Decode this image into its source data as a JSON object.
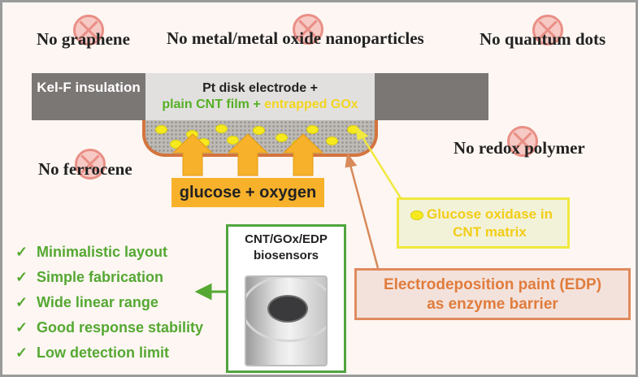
{
  "exclusions": [
    {
      "label": "No graphene"
    },
    {
      "label": "No metal/metal oxide nanoparticles"
    },
    {
      "label": "No quantum dots"
    },
    {
      "label": "No redox polymer"
    },
    {
      "label": "No ferrocene"
    }
  ],
  "electrode": {
    "insulation_label": "Kel-F insulation",
    "pt_line1": "Pt disk electrode +",
    "cnt_label": "plain CNT film +",
    "gox_label": "entrapped GOx"
  },
  "substrate": {
    "label": "glucose + oxygen"
  },
  "callouts": {
    "gox": "Glucose oxidase in CNT matrix",
    "edp": "Electrodeposition paint (EDP) as enzyme barrier"
  },
  "biosensor": {
    "title": "CNT/GOx/EDP biosensors"
  },
  "advantages": [
    "Minimalistic layout",
    "Simple fabrication",
    "Wide linear range",
    "Good response stability",
    "Low detection limit"
  ],
  "colors": {
    "green": "#55a832",
    "orange": "#e07c3c",
    "yellow": "#f6ea1e",
    "arrow_orange": "#f7b12b"
  }
}
